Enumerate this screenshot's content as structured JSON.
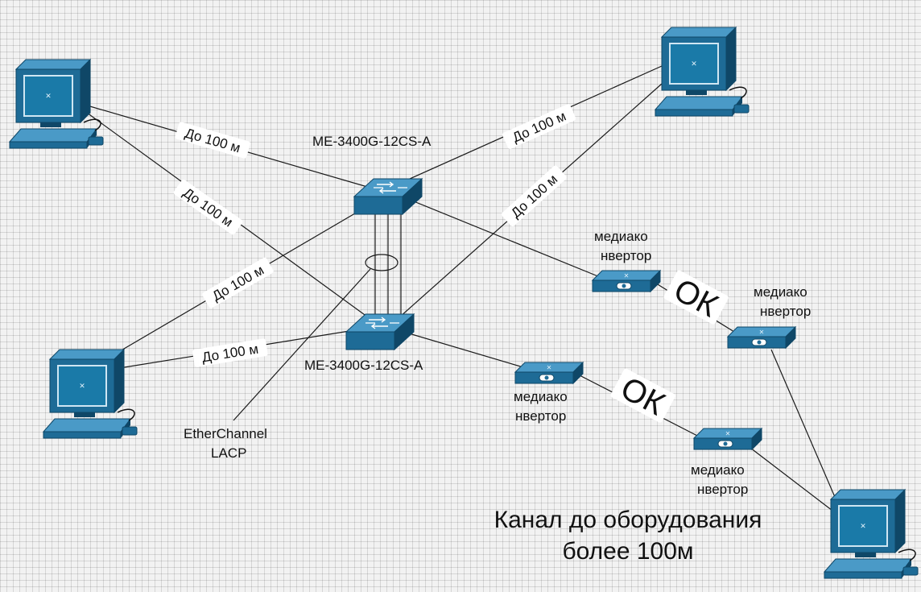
{
  "diagram": {
    "switch_top": {
      "name": "ME-3400G-12CS-A"
    },
    "switch_bottom": {
      "name": "ME-3400G-12CS-A"
    },
    "etherchannel": {
      "line1": "EtherChannel",
      "line2": "LACP"
    },
    "distance_label": "До 100 м",
    "media_converter": {
      "line1": "медиако",
      "line2": "нвертор"
    },
    "ok_label": "ОК",
    "caption": {
      "line1": "Канал до оборудования",
      "line2": "более 100м"
    },
    "colors": {
      "device_blue": "#1e6b96",
      "device_dark": "#0f4767",
      "device_light": "#4a9ac7",
      "screen_teal": "#1a7aa8",
      "grid": "#d0d0d0"
    },
    "icons": [
      "computer-icon",
      "switch-icon",
      "media-converter-icon"
    ]
  }
}
